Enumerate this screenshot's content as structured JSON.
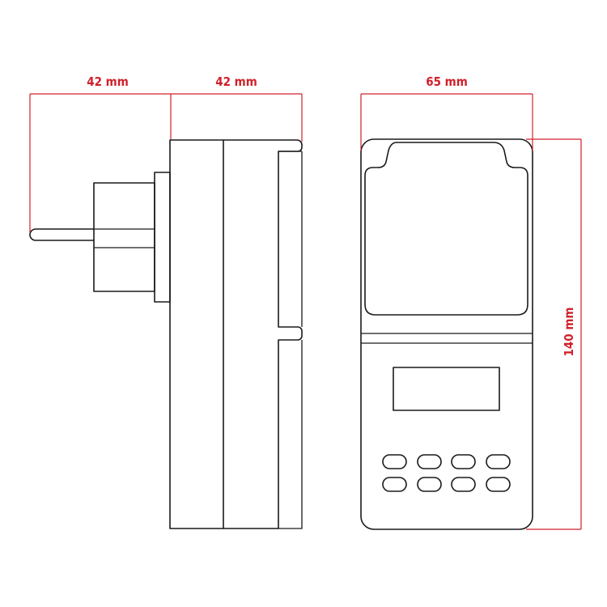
{
  "colors": {
    "outline": "#1a1a1a",
    "dimension": "#d0202a",
    "background": "#ffffff"
  },
  "dimensions": {
    "plug_depth": "42 mm",
    "body_depth": "42 mm",
    "width": "65 mm",
    "height": "140 mm"
  },
  "views": {
    "side": {
      "name": "side-view"
    },
    "front": {
      "name": "front-view",
      "button_rows": 2,
      "button_columns": 4
    }
  }
}
